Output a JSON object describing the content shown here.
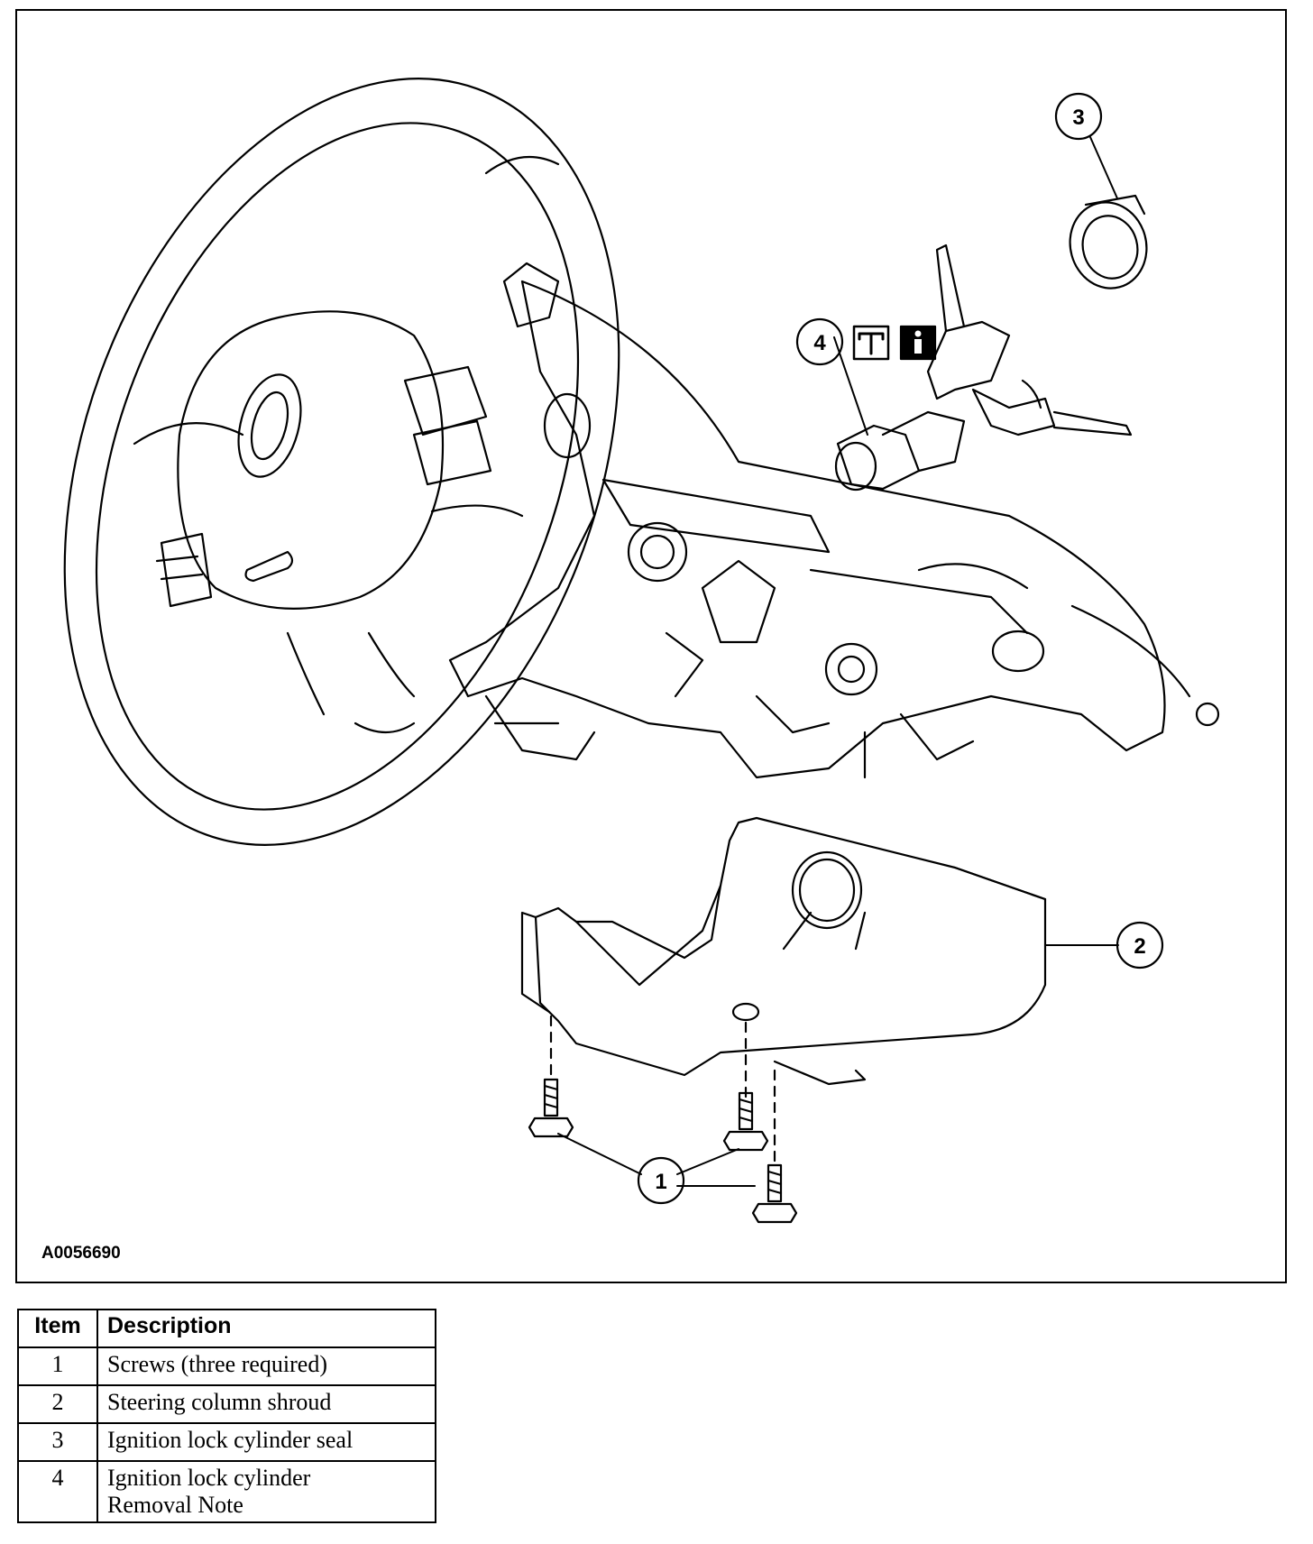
{
  "figure": {
    "id": "A0056690",
    "callouts": [
      {
        "label": "1"
      },
      {
        "label": "2"
      },
      {
        "label": "3"
      },
      {
        "label": "4"
      }
    ],
    "icons": [
      "special-tool-icon",
      "information-icon"
    ]
  },
  "table": {
    "headers": {
      "item": "Item",
      "description": "Description"
    },
    "rows": [
      {
        "item": "1",
        "description": "Screws (three required)"
      },
      {
        "item": "2",
        "description": "Steering column shroud"
      },
      {
        "item": "3",
        "description": "Ignition lock cylinder seal"
      },
      {
        "item": "4",
        "description_lines": [
          "Ignition lock cylinder",
          "Removal Note"
        ]
      }
    ]
  }
}
